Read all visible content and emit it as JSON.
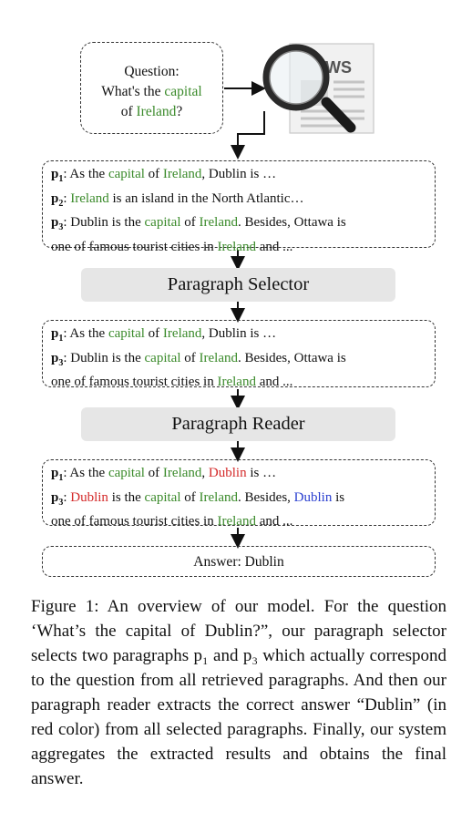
{
  "question": {
    "prefix": "Question:",
    "line2_start": "What's the ",
    "capital": "capital",
    "of": "of ",
    "ireland": "Ireland",
    "qmark": "?"
  },
  "news_icon_text": "WS",
  "p1": {
    "label": "p",
    "sub": "1"
  },
  "p2": {
    "label": "p",
    "sub": "2"
  },
  "p3": {
    "label": "p",
    "sub": "3"
  },
  "words": {
    "as_the": ": As the ",
    "capital": "capital",
    "of": " of ",
    "ireland": "Ireland",
    "dublin_is": ", Dublin is …",
    "comma": ", ",
    "dublin": "Dublin",
    "is_ellipsis": " is …",
    "p2_rest": " is an island in the North Atlantic…",
    "p3_start": ": Dublin is the ",
    "p3_start_short": ": ",
    "is_the": " is the ",
    "besides_ottawa": ". Besides, Ottawa is",
    "besides": ". Besides, ",
    "is": " is",
    "famous": "one of famous tourist cities in ",
    "and": " and ..."
  },
  "selector_label": "Paragraph Selector",
  "reader_label": "Paragraph Reader",
  "answer_label": "Answer: Dublin",
  "caption": "Figure 1: An overview of our model. For the question ‘What’s the capital of Dublin?”, our paragraph selector selects two paragraphs p₁ and p₃ which actually correspond to the question from all retrieved paragraphs. And then our paragraph reader extracts the correct answer “Dublin” (in red color) from all selected paragraphs. Finally, our system aggregates the extracted results and obtains the final answer.",
  "colors": {
    "keyword": "#3a8a2a",
    "answer": "#d42a2a",
    "distractor": "#2a3fd0",
    "module_bg": "#e6e6e6"
  }
}
